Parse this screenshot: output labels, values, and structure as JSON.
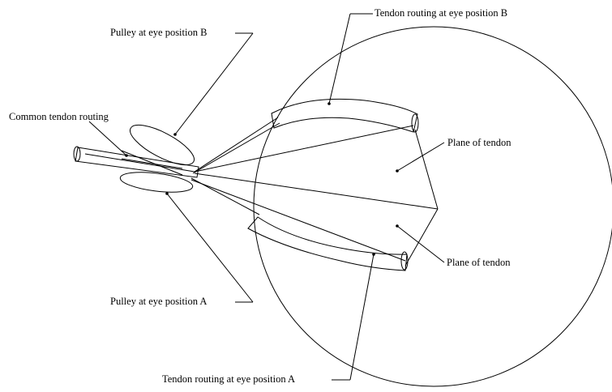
{
  "diagram": {
    "labels": {
      "tendon_b": "Tendon routing at eye position B",
      "pulley_b": "Pulley at eye position B",
      "common": "Common tendon routing",
      "plane_upper": "Plane of tendon",
      "plane_lower": "Plane of tendon",
      "pulley_a": "Pulley at eye position A",
      "tendon_a": "Tendon routing at eye position A"
    },
    "colors": {
      "stroke": "#000000",
      "background": "#ffffff"
    }
  }
}
